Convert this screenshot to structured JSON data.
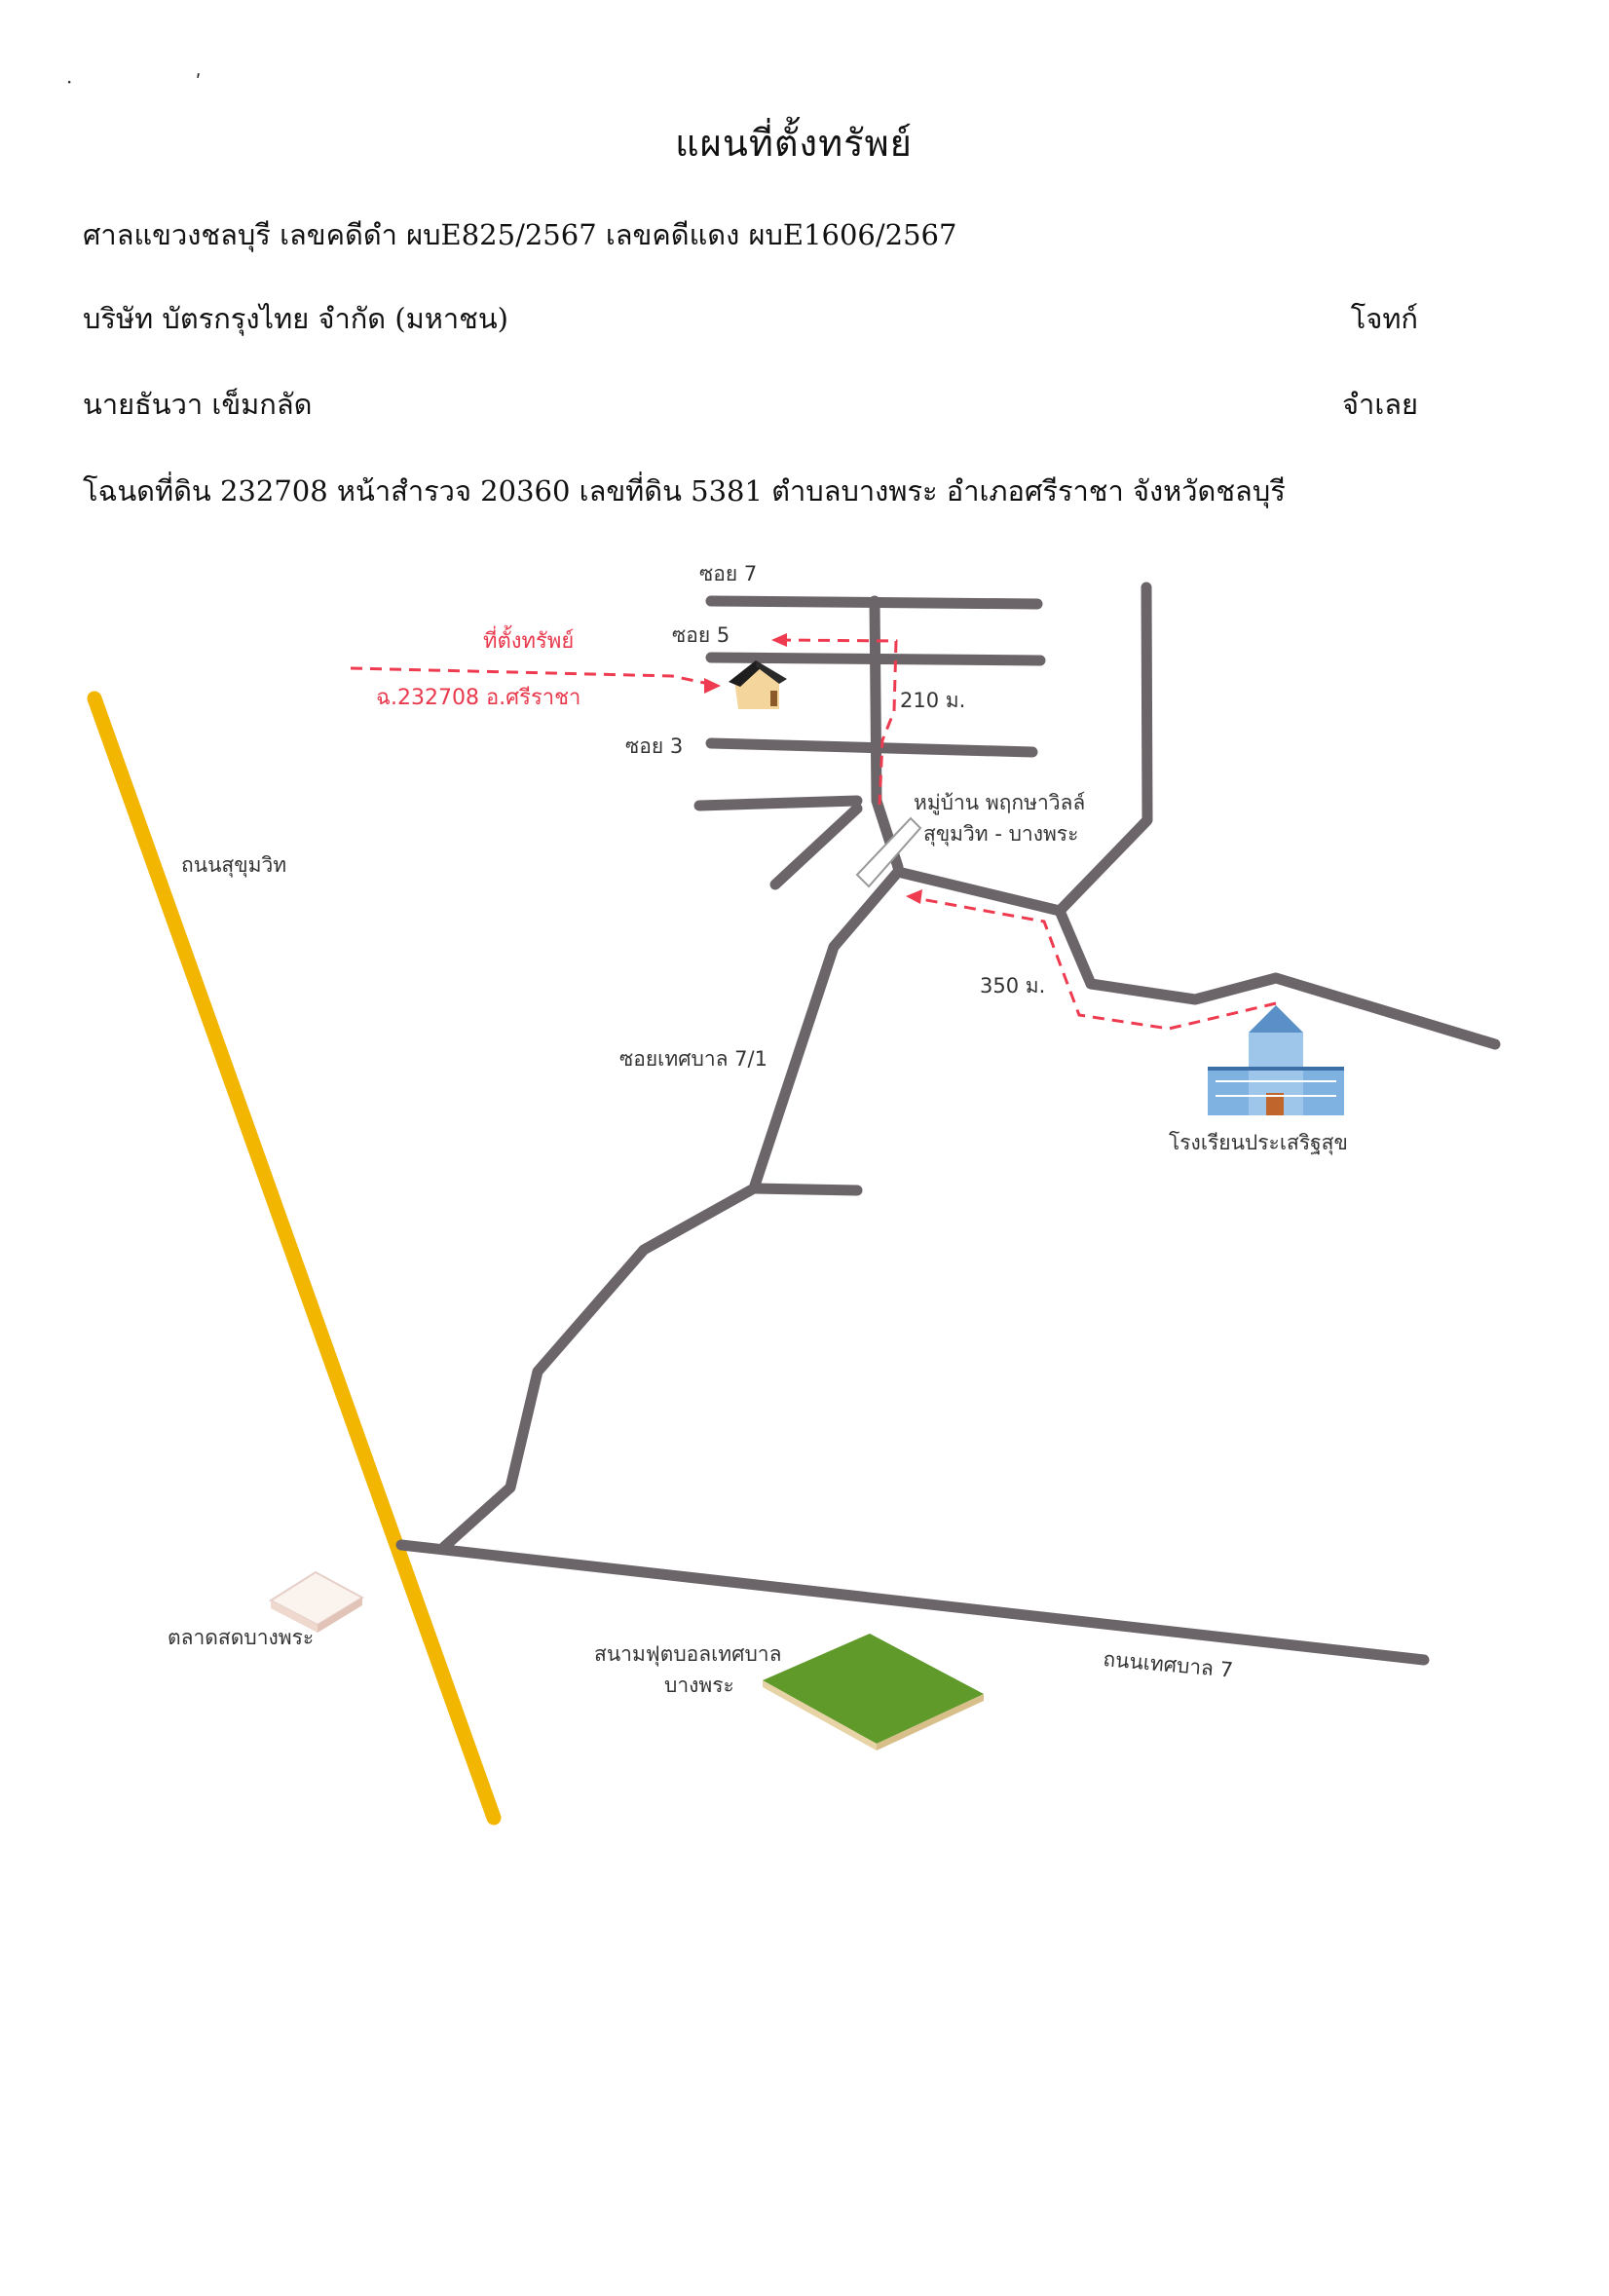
{
  "document": {
    "title": "แผนที่ตั้งทรัพย์",
    "court_line": "ศาลแขวงชลบุรี เลขคดีดำ ผบE825/2567  เลขคดีแดง ผบE1606/2567",
    "plaintiff": {
      "name": "บริษัท บัตรกรุงไทย จำกัด (มหาชน)",
      "role": "โจทก์"
    },
    "defendant": {
      "name": "นายธันวา เข็มกลัด",
      "role": "จำเลย"
    },
    "deed_line": "โฉนดที่ดิน 232708 หน้าสำรวจ 20360 เลขที่ดิน 5381 ตำบลบางพระ อำเภอศรีราชา จังหวัดชลบุรี"
  },
  "map": {
    "labels": {
      "soi7": "ซอย 7",
      "soi5": "ซอย 5",
      "soi3": "ซอย 3",
      "property": "ที่ตั้งทรัพย์",
      "deed_ref": "ฉ.232708 อ.ศรีราชา",
      "dist_210": "210 ม.",
      "village_line1": "หมู่บ้าน พฤกษาวิลล์",
      "village_line2": "สุขุมวิท - บางพระ",
      "sukhumvit": "ถนนสุขุมวิท",
      "dist_350": "350 ม.",
      "soi_tessaban": "ซอยเทศบาล 7/1",
      "school": "โรงเรียนประเสริฐสุข",
      "market": "ตลาดสดบางพระ",
      "stadium_line1": "สนามฟุตบอลเทศบาล",
      "stadium_line2": "บางพระ",
      "tessaban7": "ถนนเทศบาล 7"
    },
    "colors": {
      "road": "#6b6468",
      "highway": "#f2b600",
      "route": "#ee3b50",
      "field": "#5f9a2a"
    },
    "icons": {
      "house": "house-icon",
      "school": "school-building-icon",
      "market": "market-icon",
      "gate": "village-gate-icon",
      "field": "football-field-icon"
    }
  }
}
